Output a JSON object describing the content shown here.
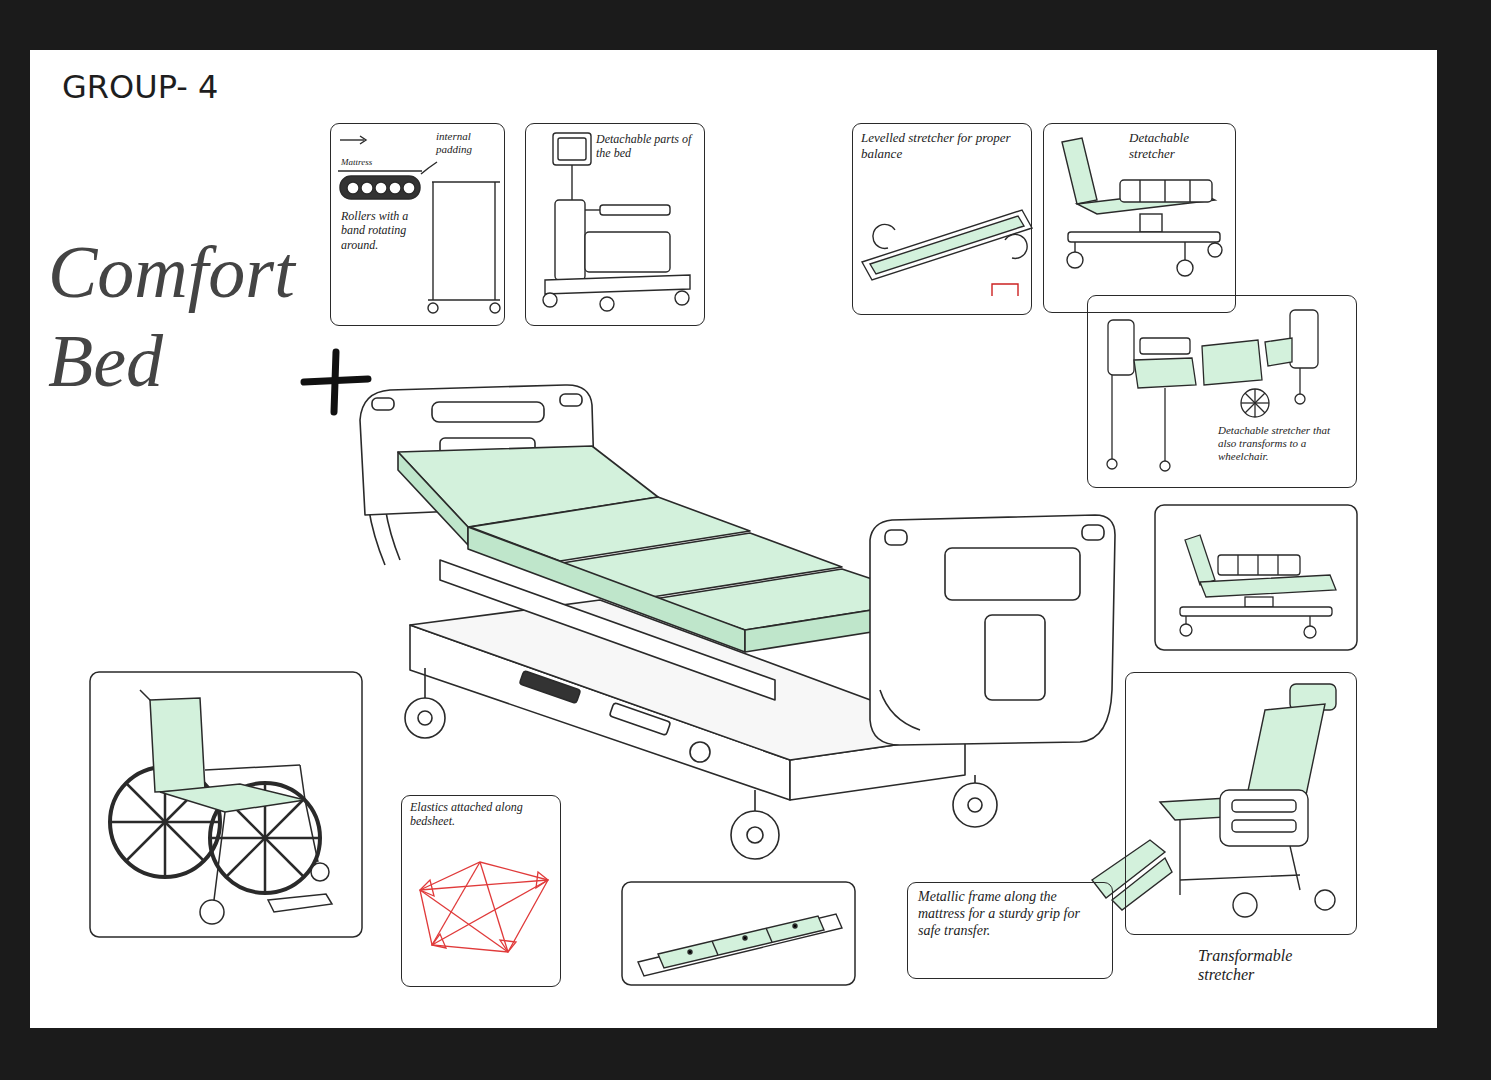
{
  "diagram": {
    "title": "GROUP- 4",
    "nodes": [
      {
        "text": [
          "internal padding",
          "Mattress",
          "Rollers with a band rotating around."
        ]
      },
      {
        "text": [
          "Detachable parts of the bed"
        ]
      },
      {
        "text": [
          "Levelled stretcher for proper balance"
        ]
      },
      {
        "text": [
          "Detachable stretcher"
        ]
      },
      {
        "text": [
          "Detachable stretcher that also transforms to a wheelchair."
        ]
      },
      {
        "text": [
          "Elastics attached along bedsheet."
        ]
      },
      {
        "text": [
          "Metallic frame along the mattress for a sturdy grip for safe transfer."
        ]
      },
      {
        "text": [
          "Transformable stretcher"
        ]
      }
    ],
    "labels": [
      "Comfort Bed"
    ]
  }
}
